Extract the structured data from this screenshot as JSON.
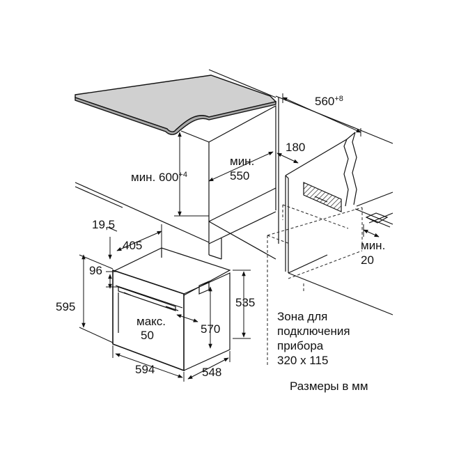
{
  "dimensions": {
    "width_niche": "560",
    "width_niche_tolerance": "+8",
    "height_min_label": "мин. 600",
    "height_min_tolerance": "+4",
    "depth_min": "мин.",
    "depth_min_value": "550",
    "vent_cutout": "180",
    "side_gap_min": "мин.",
    "side_gap_value": "20",
    "front_offset": "19,5",
    "door_depth": "405",
    "control_panel": "96",
    "oven_height": "595",
    "oven_width": "594",
    "oven_depth": "548",
    "body_height": "535",
    "body_width": "570",
    "handle_max": "макс.",
    "handle_max_value": "50"
  },
  "connection_zone": {
    "line1": "Зона для",
    "line2": "подключения",
    "line3": "прибора",
    "line4": "320 x 115"
  },
  "units_note": "Размеры в мм"
}
